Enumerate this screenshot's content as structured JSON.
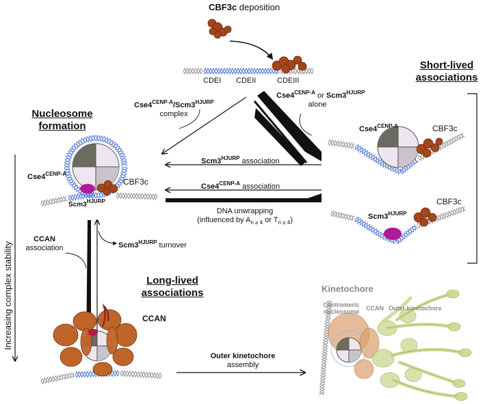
{
  "top": {
    "deposition_bold": "CBF3c",
    "deposition_rest": " deposition",
    "cde1": "CDEI",
    "cde2": "CDEII",
    "cde3": "CDEIII"
  },
  "headers": {
    "nucleosome_line1": "Nucleosome",
    "nucleosome_line2": "formation",
    "short_line1": "Short-lived",
    "short_line2": "associations",
    "long_line1": "Long-lived",
    "long_line2": "associations"
  },
  "labels": {
    "cse4": "Cse4",
    "cenpa_sup": "CENP-A",
    "scm3": "Scm3",
    "hjurp_sup": "HJURP",
    "slash": "/",
    "complex": "complex",
    "or": " or ",
    "alone": "alone",
    "cbf3c": "CBF3c",
    "ccan": "CCAN",
    "association_word": "association",
    "scm3_association_rest": " association",
    "cse4_association_rest": " association",
    "dna_unwrapping": "DNA unwrapping",
    "influenced_prefix": "(influenced by A",
    "n_ge_4": "n ≥ 4",
    "or_t": " or T",
    "close_paren": ")",
    "turnover": " turnover",
    "outer_kt_bold": "Outer kinetochore",
    "assembly": "assembly",
    "kinetochore_title": "Kinetochore",
    "centromeric": "Centromeric",
    "nucleosome_word": "nucleosome",
    "outer_kinetochore": "Outer kinetochore"
  },
  "axis": {
    "increasing_stability": "Increasing complex stability"
  },
  "colors": {
    "dna_blue": "#5b7fd6",
    "dna_gray": "#9a9a9a",
    "cbf3c_brown": "#a3461c",
    "ccan_orange": "#c0652a",
    "histone_dark": "#6b6b60",
    "histone_light": "#ece6ee",
    "scm3_magenta": "#b0199a",
    "outer_kt_green": "#c9d98e"
  }
}
